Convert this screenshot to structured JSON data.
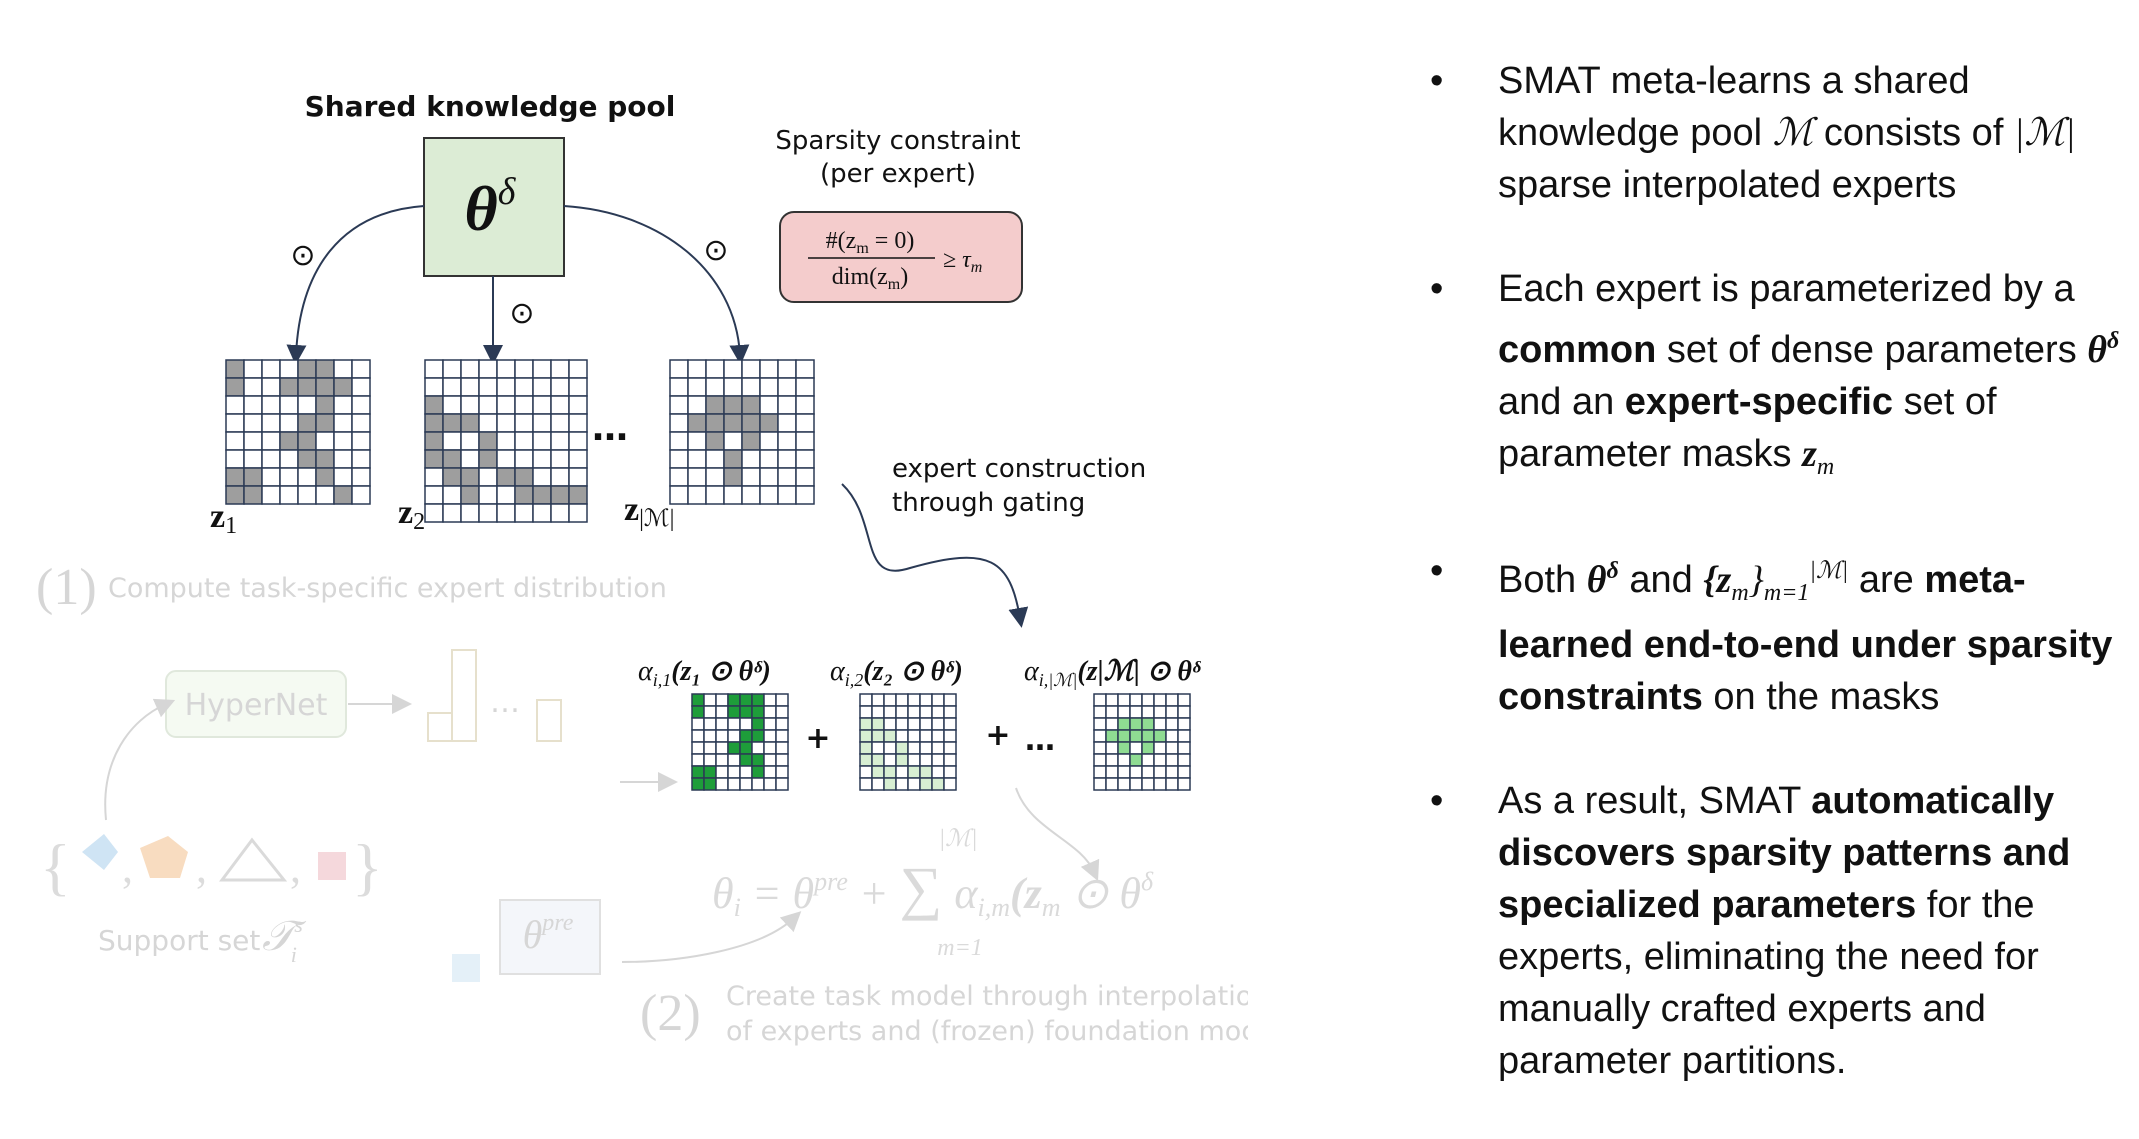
{
  "diagram": {
    "pool_title": "Shared knowledge pool",
    "theta_symbol": "θ",
    "theta_sup": "δ",
    "odot": "⊙",
    "constraint_title_1": "Sparsity constraint",
    "constraint_title_2": "(per expert)",
    "constraint_numerator": "#(z",
    "constraint_num_sub": "m",
    "constraint_num_tail": " = 0)",
    "constraint_denominator": "dim(z",
    "constraint_den_sub": "m",
    "constraint_den_tail": ")",
    "constraint_rhs": "≥ τ",
    "constraint_rhs_sub": "m",
    "mask_labels": [
      "z",
      "z",
      "z"
    ],
    "mask_subs": [
      "1",
      "2",
      "|ℳ|"
    ],
    "ellipsis": "…",
    "gating_label_1": "expert construction",
    "gating_label_2": "through gating",
    "step1_number": "(1)",
    "step1_text": "Compute task-specific expert distribution",
    "hypernet_label": "HyperNet",
    "alpha_terms": [
      "α",
      "α",
      "α"
    ],
    "alpha_subs": [
      "i,1",
      "i,2",
      "i,|ℳ|"
    ],
    "alpha_args": [
      "(z₁ ⊙ θᵟ)",
      "(z₂ ⊙ θᵟ)",
      "(z|ℳ| ⊙ θᵟ"
    ],
    "alpha_tail": ")",
    "plus": "+",
    "support_set_label": "Support set",
    "support_symbol": "𝒯",
    "support_sup": "s",
    "support_sub": "i",
    "theta_pre": "θ",
    "theta_pre_sup": "pre",
    "equation_lhs": "θ",
    "equation_lhs_sub": "i",
    "equation_eq": " = θ",
    "equation_pre": "pre",
    "equation_plus": " + ",
    "equation_sum": "∑",
    "equation_sum_top": "|ℳ|",
    "equation_sum_bottom": "m=1",
    "equation_term": "α",
    "equation_term_sub": "i,m",
    "equation_term_arg": "(z",
    "equation_term_arg_sub": "m",
    "equation_term_tail": " ⊙ θ",
    "equation_term_sup": "δ",
    "step2_number": "(2)",
    "step2_line1": "Create task model through interpolation",
    "step2_line2": "of experts and (frozen) foundation model",
    "colors": {
      "pool_fill": "#dcecd5",
      "constraint_fill": "#f4cccc",
      "mask_gray": "#9e9e9e",
      "green_dark": "#1e9d3a",
      "green_light": "#d7efd2",
      "green_mid": "#8fdc92",
      "faded": "#d8d8d8"
    }
  },
  "bullets": [
    {
      "parts": [
        "SMAT meta-learns a shared knowledge pool ",
        "ℳ",
        " consists of ",
        "|ℳ|",
        " sparse interpolated experts"
      ]
    },
    {
      "parts": [
        "Each expert is parameterized by a ",
        "common",
        " set of dense parameters ",
        "θ",
        "δ",
        " and an ",
        "expert-specific",
        " set of parameter masks ",
        "z",
        "m"
      ]
    },
    {
      "parts": [
        "Both ",
        "θ",
        "δ",
        " and ",
        "{z",
        "m",
        "}",
        "m=1",
        "|ℳ|",
        " are ",
        "meta-learned end-to-end under sparsity constraints",
        " on the masks"
      ]
    },
    {
      "parts": [
        "As a result, SMAT ",
        "automatically discovers sparsity patterns and specialized parameters",
        " for the experts, eliminating the need for manually crafted experts and parameter partitions."
      ]
    }
  ]
}
